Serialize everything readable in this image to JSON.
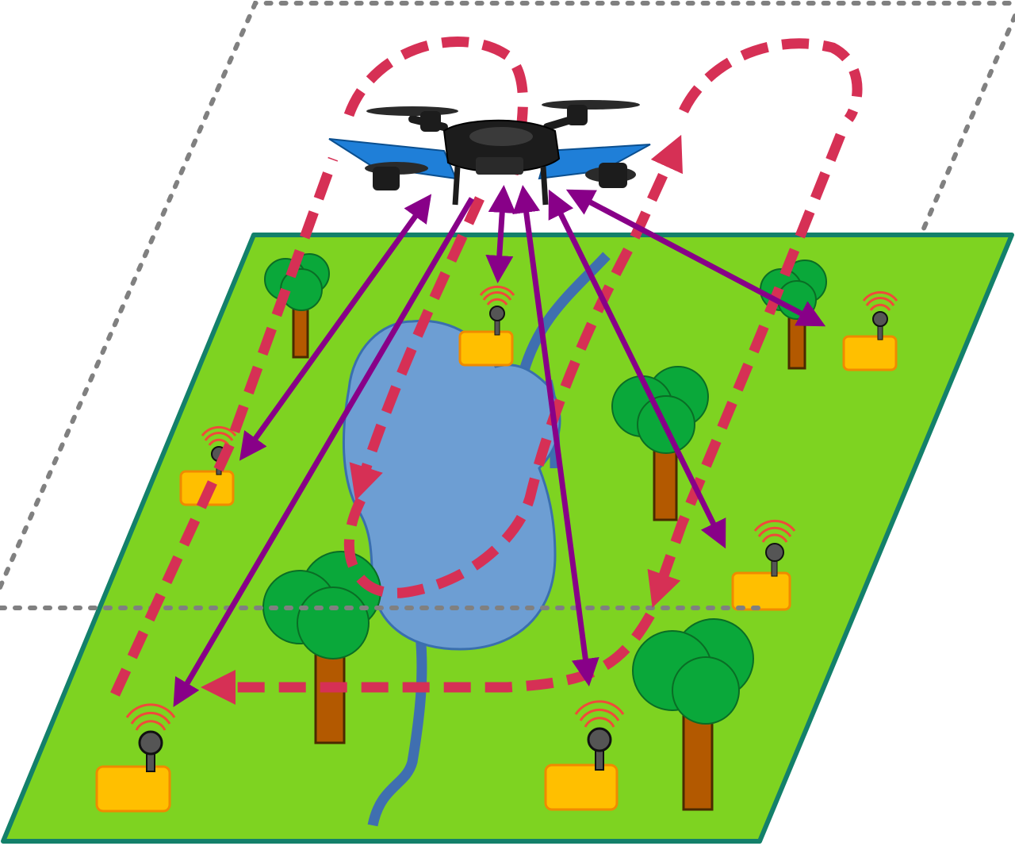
{
  "colors": {
    "ground": "#7ed321",
    "ground_border": "#13806a",
    "lake": "#6d9ed3",
    "lake_border": "#3a6fae",
    "river": "#3f6fb0",
    "tree_canopy": "#0aa83a",
    "tree_canopy_border": "#0a6d25",
    "tree_trunk": "#b35900",
    "sensor_box": "#ffbf00",
    "sensor_box_border": "#f08a00",
    "sensor_antenna": "#555555",
    "signal_waves": "#f04a3a",
    "flight_path": "#d63055",
    "comm_link": "#880088",
    "coverage_outline": "#808080",
    "drone_body": "#1c1c1c",
    "drone_arms": "#1f7fd8"
  },
  "icons": {
    "drone": "quadcopter-drone-icon",
    "sensor": "wireless-sensor-node-icon",
    "tree": "tree-icon"
  },
  "sensors": [
    {
      "id": "top-center"
    },
    {
      "id": "top-right"
    },
    {
      "id": "mid-left"
    },
    {
      "id": "mid-right"
    },
    {
      "id": "bottom-left"
    },
    {
      "id": "bottom-center"
    }
  ],
  "trees": [
    {
      "id": "tree-top-left"
    },
    {
      "id": "tree-top-right"
    },
    {
      "id": "tree-center-right"
    },
    {
      "id": "tree-bottom-left"
    },
    {
      "id": "tree-bottom-right"
    }
  ]
}
